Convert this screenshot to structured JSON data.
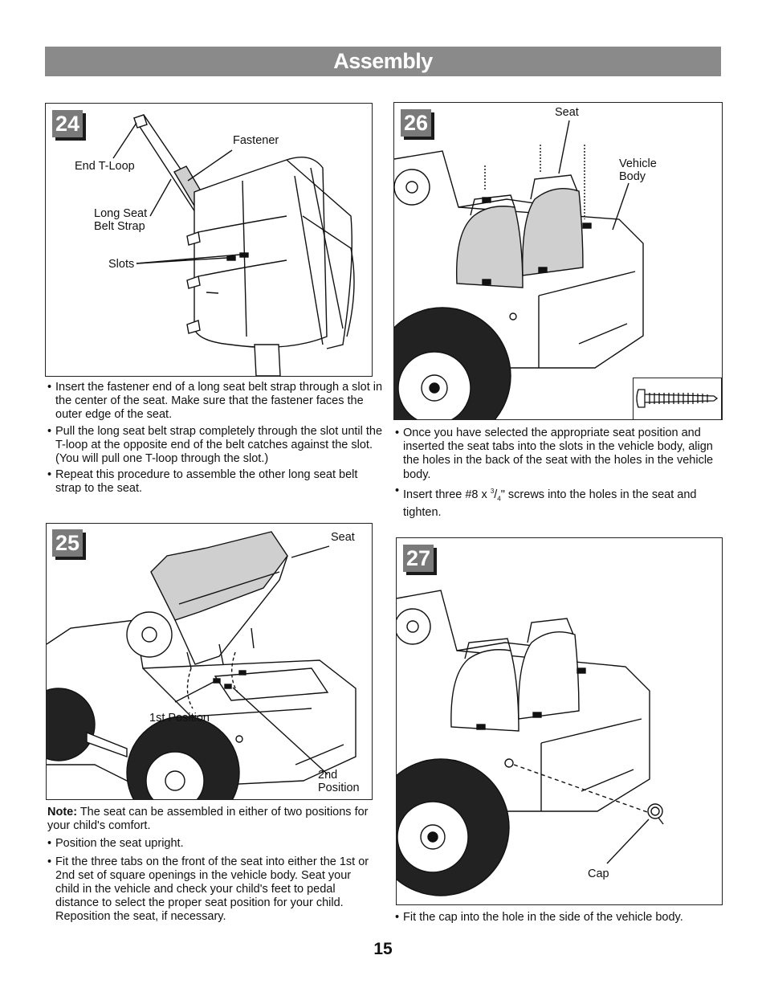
{
  "header": {
    "title": "Assembly"
  },
  "steps": {
    "s24": {
      "number": "24",
      "labels": {
        "end_t_loop": "End T-Loop",
        "fastener": "Fastener",
        "long_seat_belt_strap": "Long Seat\nBelt Strap",
        "slots": "Slots"
      },
      "bullets": [
        "Insert the fastener end of a long seat belt strap through a slot in the center of the seat. Make sure that the fastener faces the outer edge of the seat.",
        "Pull the long seat belt strap completely through the slot until the T-loop at the opposite end of the belt catches against the slot. (You will pull one T-loop through the slot.)",
        "Repeat this procedure to assemble the other long seat belt strap to the seat."
      ]
    },
    "s25": {
      "number": "25",
      "labels": {
        "seat": "Seat",
        "first_position": "1st Position",
        "second_position": "2nd\nPosition"
      },
      "note_label": "Note:",
      "note_text": " The seat can be assembled in either of two positions for your child's comfort.",
      "bullets": [
        "Position the seat upright.",
        "Fit the three tabs on the front of the seat into either the 1st or 2nd set of square openings in the vehicle body. Seat your child in the vehicle and check your child's feet to pedal distance to select the proper seat position for your child. Reposition the seat, if necessary."
      ]
    },
    "s26": {
      "number": "26",
      "labels": {
        "seat": "Seat",
        "vehicle_body": "Vehicle\nBody"
      },
      "bullets": [
        "Once you have selected the appropriate seat position and inserted the seat tabs into the slots in the vehicle body, align the holes in the back of the seat with the holes in the vehicle body."
      ],
      "screw_bullet": {
        "before": "Insert three #8 x ",
        "frac_num": "3",
        "frac_sep": "/",
        "frac_den": "4",
        "after": "\" screws into the holes in the seat and tighten."
      }
    },
    "s27": {
      "number": "27",
      "labels": {
        "cap": "Cap"
      },
      "bullets": [
        "Fit the cap into the hole in the side of the vehicle body."
      ]
    }
  },
  "page_number": "15"
}
